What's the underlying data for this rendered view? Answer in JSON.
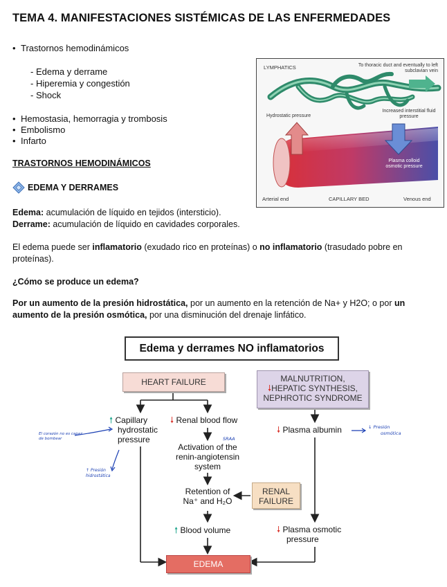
{
  "title": "TEMA 4. MANIFESTACIONES SISTÉMICAS DE LAS ENFERMEDADES",
  "outline": {
    "item1": "Trastornos hemodinámicos",
    "sub": [
      "- Edema y derrame",
      "- Hiperemia y congestión",
      "- Shock"
    ],
    "items": [
      "Hemostasia, hemorragia y trombosis",
      "Embolismo",
      "Infarto"
    ]
  },
  "section_heading": "TRASTORNOS HEMODINÁMICOS",
  "subsection_heading": "EDEMA Y DERRAMES",
  "def_edema_term": "Edema:",
  "def_edema_text": " acumulación de líquido en tejidos (intersticio).",
  "def_derrame_term": "Derrame:",
  "def_derrame_text": " acumulación de líquido en cavidades corporales.",
  "para_types": {
    "p1": "El edema puede ser ",
    "b1": "inflamatorio",
    "p2": " (exudado rico en proteínas) o ",
    "b2": "no inflamatorio",
    "p3": " (trasudado pobre en proteínas)."
  },
  "question": "¿Cómo se produce un edema?",
  "para_mech": {
    "b1": "Por un aumento de la presión hidrostática,",
    "p1": " por un aumento en la retención de Na+ y H2O; o por ",
    "b2": "un aumento de la presión osmótica,",
    "p2": " por una disminución del drenaje linfático."
  },
  "figure_capillary": {
    "lymphatics": "LYMPHATICS",
    "thoracic": "To thoracic duct and eventually to left subclavian vein",
    "hydrostatic": "Hydrostatic pressure",
    "interstitial": "Increased interstitial fluid pressure",
    "colloid": "Plasma colloid osmotic pressure",
    "arterial": "Arterial end",
    "capillary_bed": "CAPILLARY BED",
    "venous": "Venous end"
  },
  "flow": {
    "title": "Edema y derrames NO inflamatorios",
    "heart_failure": "HEART FAILURE",
    "malnutrition_1": "MALNUTRITION,",
    "malnutrition_2": "HEPATIC SYNTHESIS,",
    "malnutrition_3": "NEPHROTIC SYNDROME",
    "capillary_1": "Capillary",
    "capillary_2": "hydrostatic",
    "capillary_3": "pressure",
    "renal_flow": "Renal blood flow",
    "activation_1": "Activation of the",
    "activation_2": "renin-angiotensin",
    "activation_3": "system",
    "retention_1": "Retention of",
    "retention_2": "Na⁺ and H₂O",
    "renal_failure_1": "RENAL",
    "renal_failure_2": "FAILURE",
    "plasma_albumin": "Plasma albumin",
    "blood_volume": "Blood volume",
    "plasma_osmotic_1": "Plasma osmotic",
    "plasma_osmotic_2": "pressure",
    "edema": "EDEMA"
  },
  "handwritten": {
    "note_left": "El corazón no es capaz de bombear",
    "note_presion_1": "↑ Presión",
    "note_presion_2": "hidrostática",
    "note_sraa": "SRAA",
    "note_right_1": "↓ Presión",
    "note_right_2": "osmótica"
  },
  "colors": {
    "up_arrow": "#1aa38a",
    "down_arrow": "#d9332b",
    "lymph": "#2e8a6a",
    "handwriting": "#1a3fb3"
  }
}
